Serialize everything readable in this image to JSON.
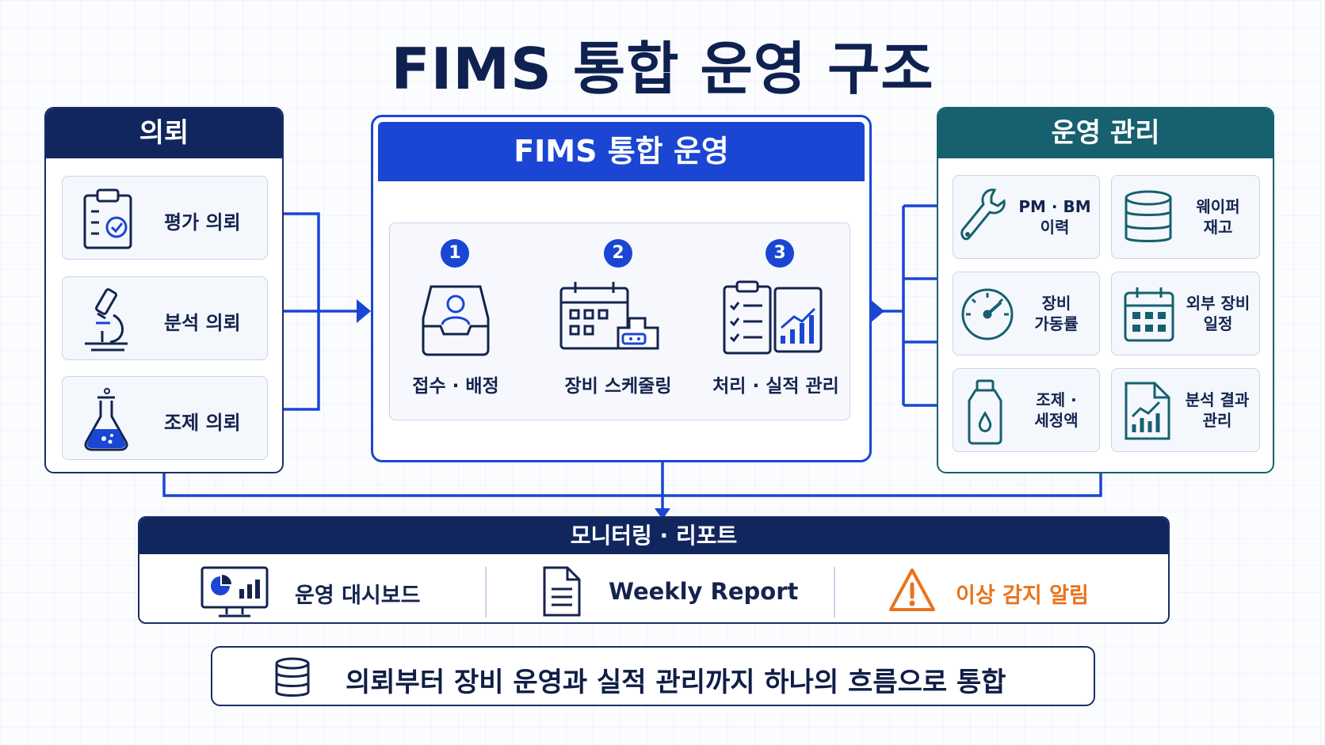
{
  "title": "FIMS 통합 운영 구조",
  "request_panel": {
    "header": "의뢰",
    "items": [
      {
        "label": "평가 의뢰",
        "icon": "clipboard-check-icon"
      },
      {
        "label": "분석 의뢰",
        "icon": "microscope-icon"
      },
      {
        "label": "조제 의뢰",
        "icon": "flask-icon"
      }
    ]
  },
  "fims_panel": {
    "header": "FIMS 통합 운영",
    "steps": [
      {
        "number": "1",
        "label": "접수 · 배정",
        "icon": "inbox-user-icon"
      },
      {
        "number": "2",
        "label": "장비 스케줄링",
        "icon": "calendar-equipment-icon"
      },
      {
        "number": "3",
        "label": "처리 · 실적 관리",
        "icon": "checklist-chart-icon"
      }
    ]
  },
  "ops_panel": {
    "header": "운영 관리",
    "items": [
      {
        "line1": "PM · BM",
        "line2": "이력",
        "icon": "wrench-icon"
      },
      {
        "line1": "웨이퍼",
        "line2": "재고",
        "icon": "database-icon"
      },
      {
        "line1": "장비",
        "line2": "가동률",
        "icon": "gauge-icon"
      },
      {
        "line1": "외부 장비",
        "line2": "일정",
        "icon": "calendar-icon"
      },
      {
        "line1": "조제 ·",
        "line2": "세정액",
        "icon": "bottle-icon"
      },
      {
        "line1": "분석 결과",
        "line2": "관리",
        "icon": "report-chart-icon"
      }
    ]
  },
  "monitor_panel": {
    "header": "모니터링 · 리포트",
    "items": [
      {
        "label": "운영 대시보드",
        "icon": "monitor-dashboard-icon"
      },
      {
        "label": "Weekly Report",
        "icon": "document-icon"
      },
      {
        "label": "이상 감지 알림",
        "icon": "warning-icon"
      }
    ]
  },
  "footer": {
    "text": "의뢰부터 장비 운영과 실적 관리까지 하나의 흐름으로 통합",
    "icon": "database-icon"
  },
  "colors": {
    "navy": "#12265e",
    "teal": "#17606f",
    "blue": "#1a46d3",
    "warning": "#e8731c"
  }
}
